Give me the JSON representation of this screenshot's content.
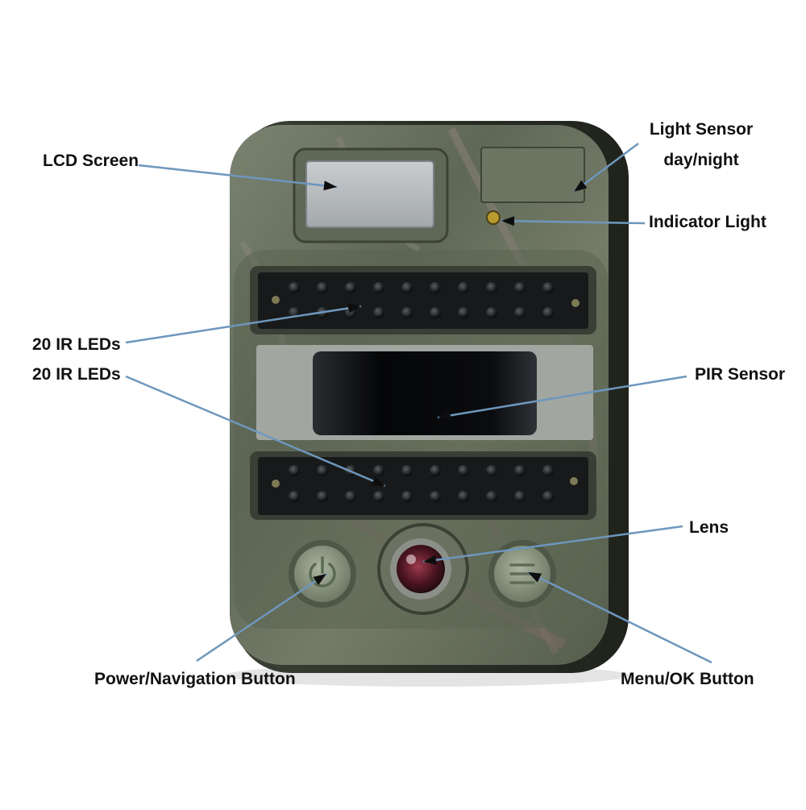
{
  "colors": {
    "leader": "#6e97bd",
    "body_dark": "#2b2f26",
    "body_camo": "#6b7360",
    "button_face": "#8f9b86",
    "led_strip": "#17191a",
    "pir_window": "#0a0b0d",
    "lens": "#5a1a24",
    "indicator": "#b89a2e",
    "label_text": "#111111"
  },
  "icons": {
    "power_button": "power-icon",
    "menu_button": "menu-lines-icon"
  },
  "labels": {
    "lcd_screen": "LCD Screen",
    "light_sensor_line1": "Light Sensor",
    "light_sensor_line2": "day/night",
    "indicator_light": "Indicator Light",
    "ir_leds_top": "20 IR LEDs",
    "ir_leds_bottom": "20 IR LEDs",
    "pir_sensor": "PIR Sensor",
    "lens": "Lens",
    "power_button": "Power/Navigation Button",
    "menu_button": "Menu/OK Button"
  },
  "led_strips": [
    {
      "name": "top",
      "rows": 2,
      "cols": 10
    },
    {
      "name": "bottom",
      "rows": 2,
      "cols": 10
    }
  ]
}
